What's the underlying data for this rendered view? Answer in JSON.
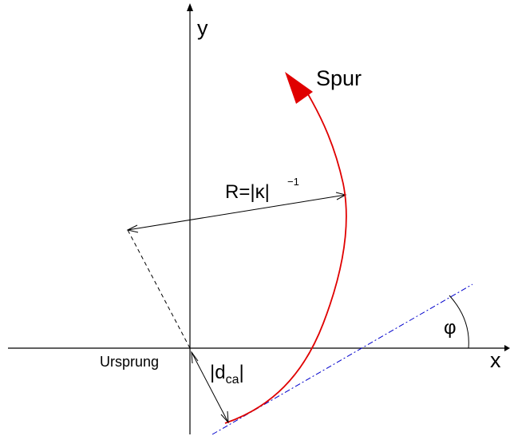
{
  "labels": {
    "y_axis": "y",
    "x_axis": "x",
    "track": "Spur",
    "radius": "R=|κ|",
    "radius_exponent": "−1",
    "origin": "Ursprung",
    "dca_open": "|d",
    "dca_sub": "ca",
    "dca_close": "|",
    "phi": "φ"
  },
  "colors": {
    "axis": "#000000",
    "track": "#e00000",
    "tangent": "#0000cc",
    "construction": "#000000"
  }
}
